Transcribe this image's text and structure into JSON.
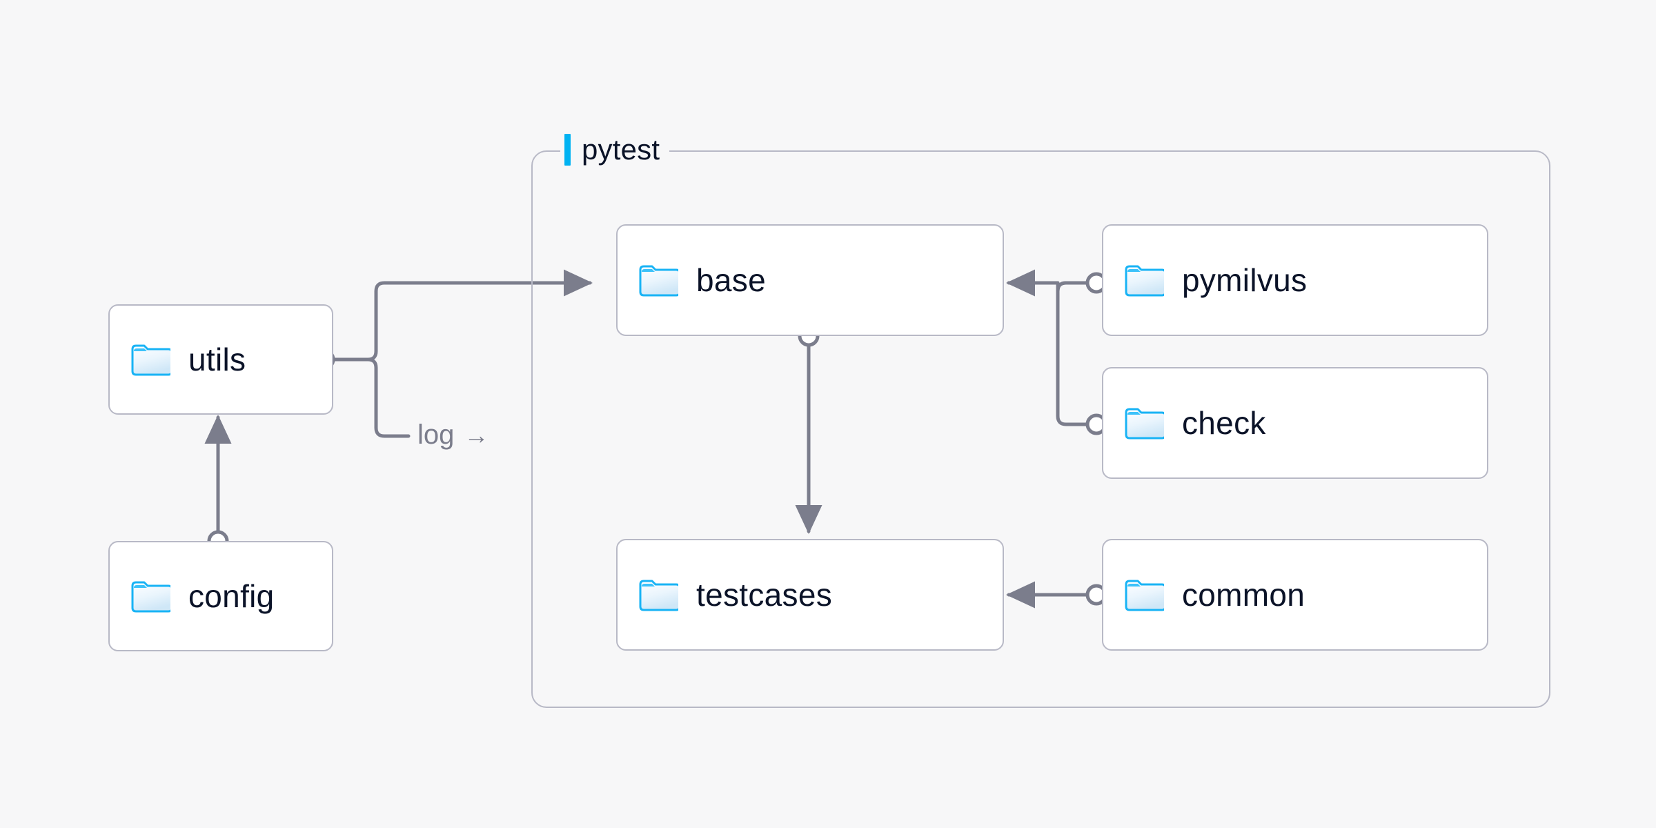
{
  "canvas": {
    "background": "#f7f7f8",
    "node_fill": "#ffffff",
    "node_border": "#b8b9c6",
    "edge_color": "#7b7d8c",
    "accent": "#00b2f2",
    "text_color": "#0b1328",
    "muted_text": "#7b7d8c"
  },
  "group": {
    "name": "pytest-group",
    "label": "pytest",
    "bar_icon": "accent-bar-icon"
  },
  "nodes": [
    {
      "id": "utils",
      "label": "utils",
      "icon": "folder-icon"
    },
    {
      "id": "config",
      "label": "config",
      "icon": "folder-icon"
    },
    {
      "id": "base",
      "label": "base",
      "icon": "folder-icon"
    },
    {
      "id": "testcases",
      "label": "testcases",
      "icon": "folder-icon"
    },
    {
      "id": "pymilvus",
      "label": "pymilvus",
      "icon": "folder-icon"
    },
    {
      "id": "check",
      "label": "check",
      "icon": "folder-icon"
    },
    {
      "id": "common",
      "label": "common",
      "icon": "folder-icon"
    }
  ],
  "edges": [
    {
      "id": "utils-to-base",
      "from": "utils",
      "to": "base",
      "label": ""
    },
    {
      "id": "utils-log",
      "from": "utils",
      "to": "",
      "label": "log",
      "arrow_glyph": "→"
    },
    {
      "id": "config-to-utils",
      "from": "config",
      "to": "utils",
      "label": ""
    },
    {
      "id": "base-to-testcases",
      "from": "base",
      "to": "testcases",
      "label": ""
    },
    {
      "id": "pymilvus-to-base",
      "from": "pymilvus",
      "to": "base",
      "label": ""
    },
    {
      "id": "check-to-base",
      "from": "check",
      "to": "base",
      "label": ""
    },
    {
      "id": "common-to-testcases",
      "from": "common",
      "to": "testcases",
      "label": ""
    }
  ]
}
